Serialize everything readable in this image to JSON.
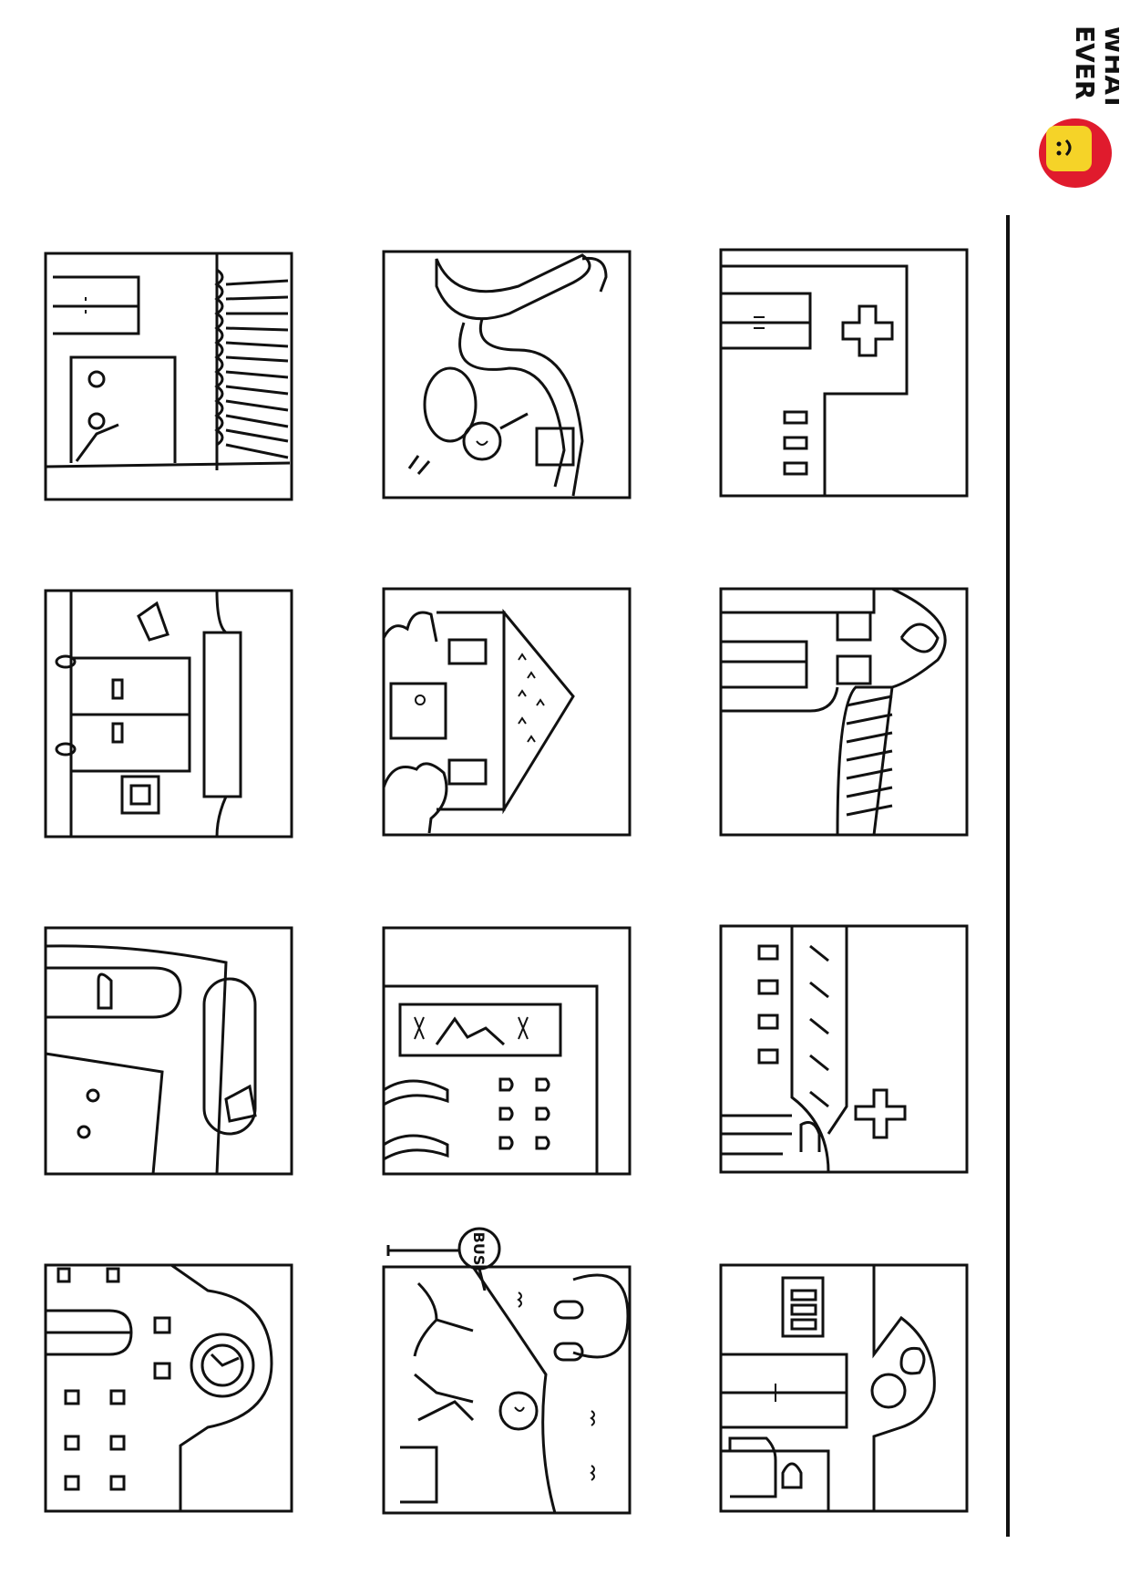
{
  "brand": {
    "logo_line1": "WHAT",
    "logo_line2": "EVER",
    "colors": {
      "red": "#e01b2d",
      "yellow": "#f5d328",
      "ink": "#111111"
    }
  },
  "cells": [
    {
      "id": "cafe",
      "icon": "cafe-building-icon"
    },
    {
      "id": "waterpark",
      "icon": "water-slide-icon"
    },
    {
      "id": "hospital",
      "icon": "hospital-building-icon"
    },
    {
      "id": "bookstore",
      "icon": "bookstore-building-icon"
    },
    {
      "id": "house",
      "icon": "house-with-trees-icon"
    },
    {
      "id": "school",
      "icon": "school-building-icon"
    },
    {
      "id": "post-office",
      "icon": "post-office-building-icon"
    },
    {
      "id": "theater",
      "icon": "theater-building-icon"
    },
    {
      "id": "church",
      "icon": "church-building-icon"
    },
    {
      "id": "clock-building",
      "icon": "clock-tower-building-icon"
    },
    {
      "id": "bus-stop-park",
      "icon": "bus-stop-park-icon"
    },
    {
      "id": "police-station",
      "icon": "police-station-building-icon"
    }
  ],
  "bus_sign": {
    "label": "BUS"
  }
}
